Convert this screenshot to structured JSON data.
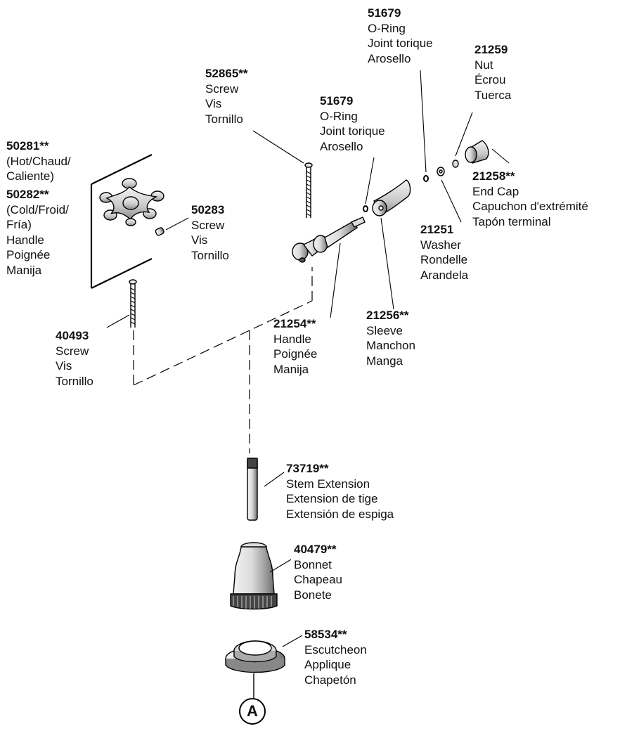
{
  "parts": [
    {
      "id": "p51679a",
      "number": "51679",
      "lines": [
        "O-Ring",
        "Joint torique",
        "Arosello"
      ]
    },
    {
      "id": "p21259",
      "number": "21259",
      "lines": [
        "Nut",
        "Écrou",
        "Tuerca"
      ]
    },
    {
      "id": "p52865",
      "number": "52865**",
      "lines": [
        "Screw",
        "Vis",
        "Tornillo"
      ]
    },
    {
      "id": "p51679b",
      "number": "51679",
      "lines": [
        "O-Ring",
        "Joint torique",
        "Arosello"
      ]
    },
    {
      "id": "p50281",
      "number": "50281**",
      "lines": [
        "(Hot/Chaud/",
        "Caliente)"
      ]
    },
    {
      "id": "p50282",
      "number": "50282**",
      "lines": [
        "(Cold/Froid/",
        "Fría)",
        "Handle",
        "Poignée",
        "Manija"
      ]
    },
    {
      "id": "p50283",
      "number": "50283",
      "lines": [
        "Screw",
        "Vis",
        "Tornillo"
      ]
    },
    {
      "id": "p21258",
      "number": "21258**",
      "lines": [
        "End Cap",
        "Capuchon d'extrémité",
        "Tapón terminal"
      ]
    },
    {
      "id": "p21251",
      "number": "21251",
      "lines": [
        "Washer",
        "Rondelle",
        "Arandela"
      ]
    },
    {
      "id": "p21256",
      "number": "21256**",
      "lines": [
        "Sleeve",
        "Manchon",
        "Manga"
      ]
    },
    {
      "id": "p21254",
      "number": "21254**",
      "lines": [
        "Handle",
        "Poignée",
        "Manija"
      ]
    },
    {
      "id": "p40493",
      "number": "40493",
      "lines": [
        "Screw",
        "Vis",
        "Tornillo"
      ]
    },
    {
      "id": "p73719",
      "number": "73719**",
      "lines": [
        "Stem Extension",
        "Extension de tige",
        "Extensión de espiga"
      ]
    },
    {
      "id": "p40479",
      "number": "40479**",
      "lines": [
        "Bonnet",
        "Chapeau",
        "Bonete"
      ]
    },
    {
      "id": "p58534",
      "number": "58534**",
      "lines": [
        "Escutcheon",
        "Applique",
        "Chapetón"
      ]
    }
  ],
  "connector_letter": "A"
}
